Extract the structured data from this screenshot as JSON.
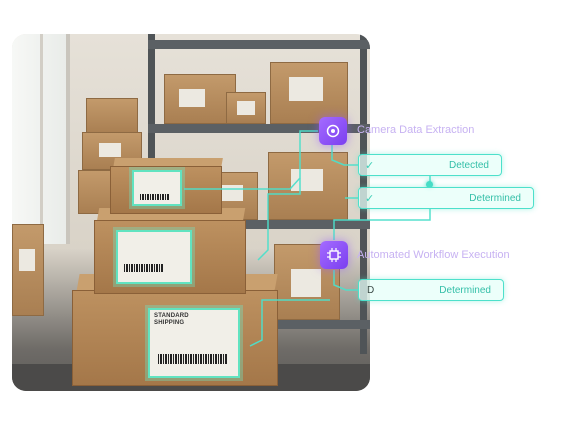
{
  "photo": {
    "labels": {
      "standard_shipping": "STANDARD SHIPPING"
    }
  },
  "workflow": {
    "step1": {
      "label": "Camera Data Extraction",
      "icon": "camera-scan-icon"
    },
    "step2": {
      "label": "Automated Workflow Execution",
      "icon": "chip-icon"
    },
    "results": [
      {
        "status": "Detected"
      },
      {
        "status": "Determined"
      },
      {
        "status": "Determined",
        "prefix": "D"
      }
    ]
  },
  "colors": {
    "accent_teal": "#4de0cb",
    "accent_purple": "#8a4df5",
    "label_purple": "#c7b2f2"
  }
}
